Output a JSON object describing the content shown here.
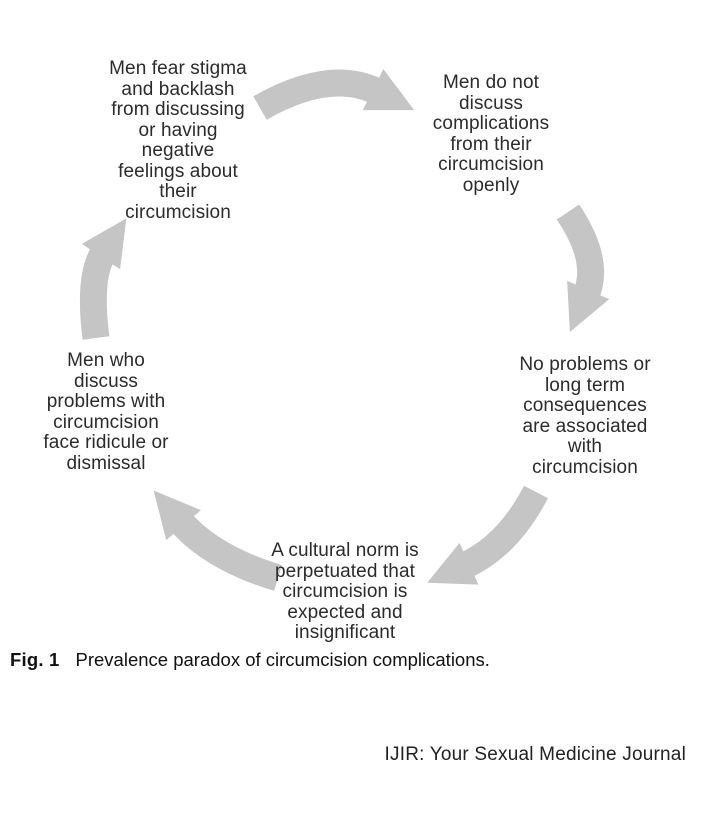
{
  "figure": {
    "caption_label": "Fig. 1",
    "caption_text": "Prevalence paradox of circumcision complications.",
    "footer": "IJIR: Your Sexual Medicine Journal",
    "arrow_color": "#c5c5c5",
    "text_color": "#2b2b2b",
    "background_color": "#ffffff"
  },
  "cycle": {
    "direction": "clockwise",
    "nodes": [
      {
        "id": "fear-stigma",
        "text": "Men fear stigma\nand backlash\nfrom discussing\nor having\nnegative\nfeelings about\ntheir\ncircumcision"
      },
      {
        "id": "not-discussed-openly",
        "text": "Men do not\ndiscuss\ncomplications\nfrom their\ncircumcision\nopenly"
      },
      {
        "id": "no-problems-assumed",
        "text": "No problems or\nlong term\nconsequences\nare associated\nwith\ncircumcision"
      },
      {
        "id": "cultural-norm",
        "text": "A cultural norm is\nperpetuated that\ncircumcision is\nexpected and\ninsignificant"
      },
      {
        "id": "ridicule-dismissal",
        "text": "Men who\ndiscuss\nproblems with\ncircumcision\nface ridicule or\ndismissal"
      }
    ],
    "edges": [
      {
        "from": "fear-stigma",
        "to": "not-discussed-openly"
      },
      {
        "from": "not-discussed-openly",
        "to": "no-problems-assumed"
      },
      {
        "from": "no-problems-assumed",
        "to": "cultural-norm"
      },
      {
        "from": "cultural-norm",
        "to": "ridicule-dismissal"
      },
      {
        "from": "ridicule-dismissal",
        "to": "fear-stigma"
      }
    ]
  }
}
